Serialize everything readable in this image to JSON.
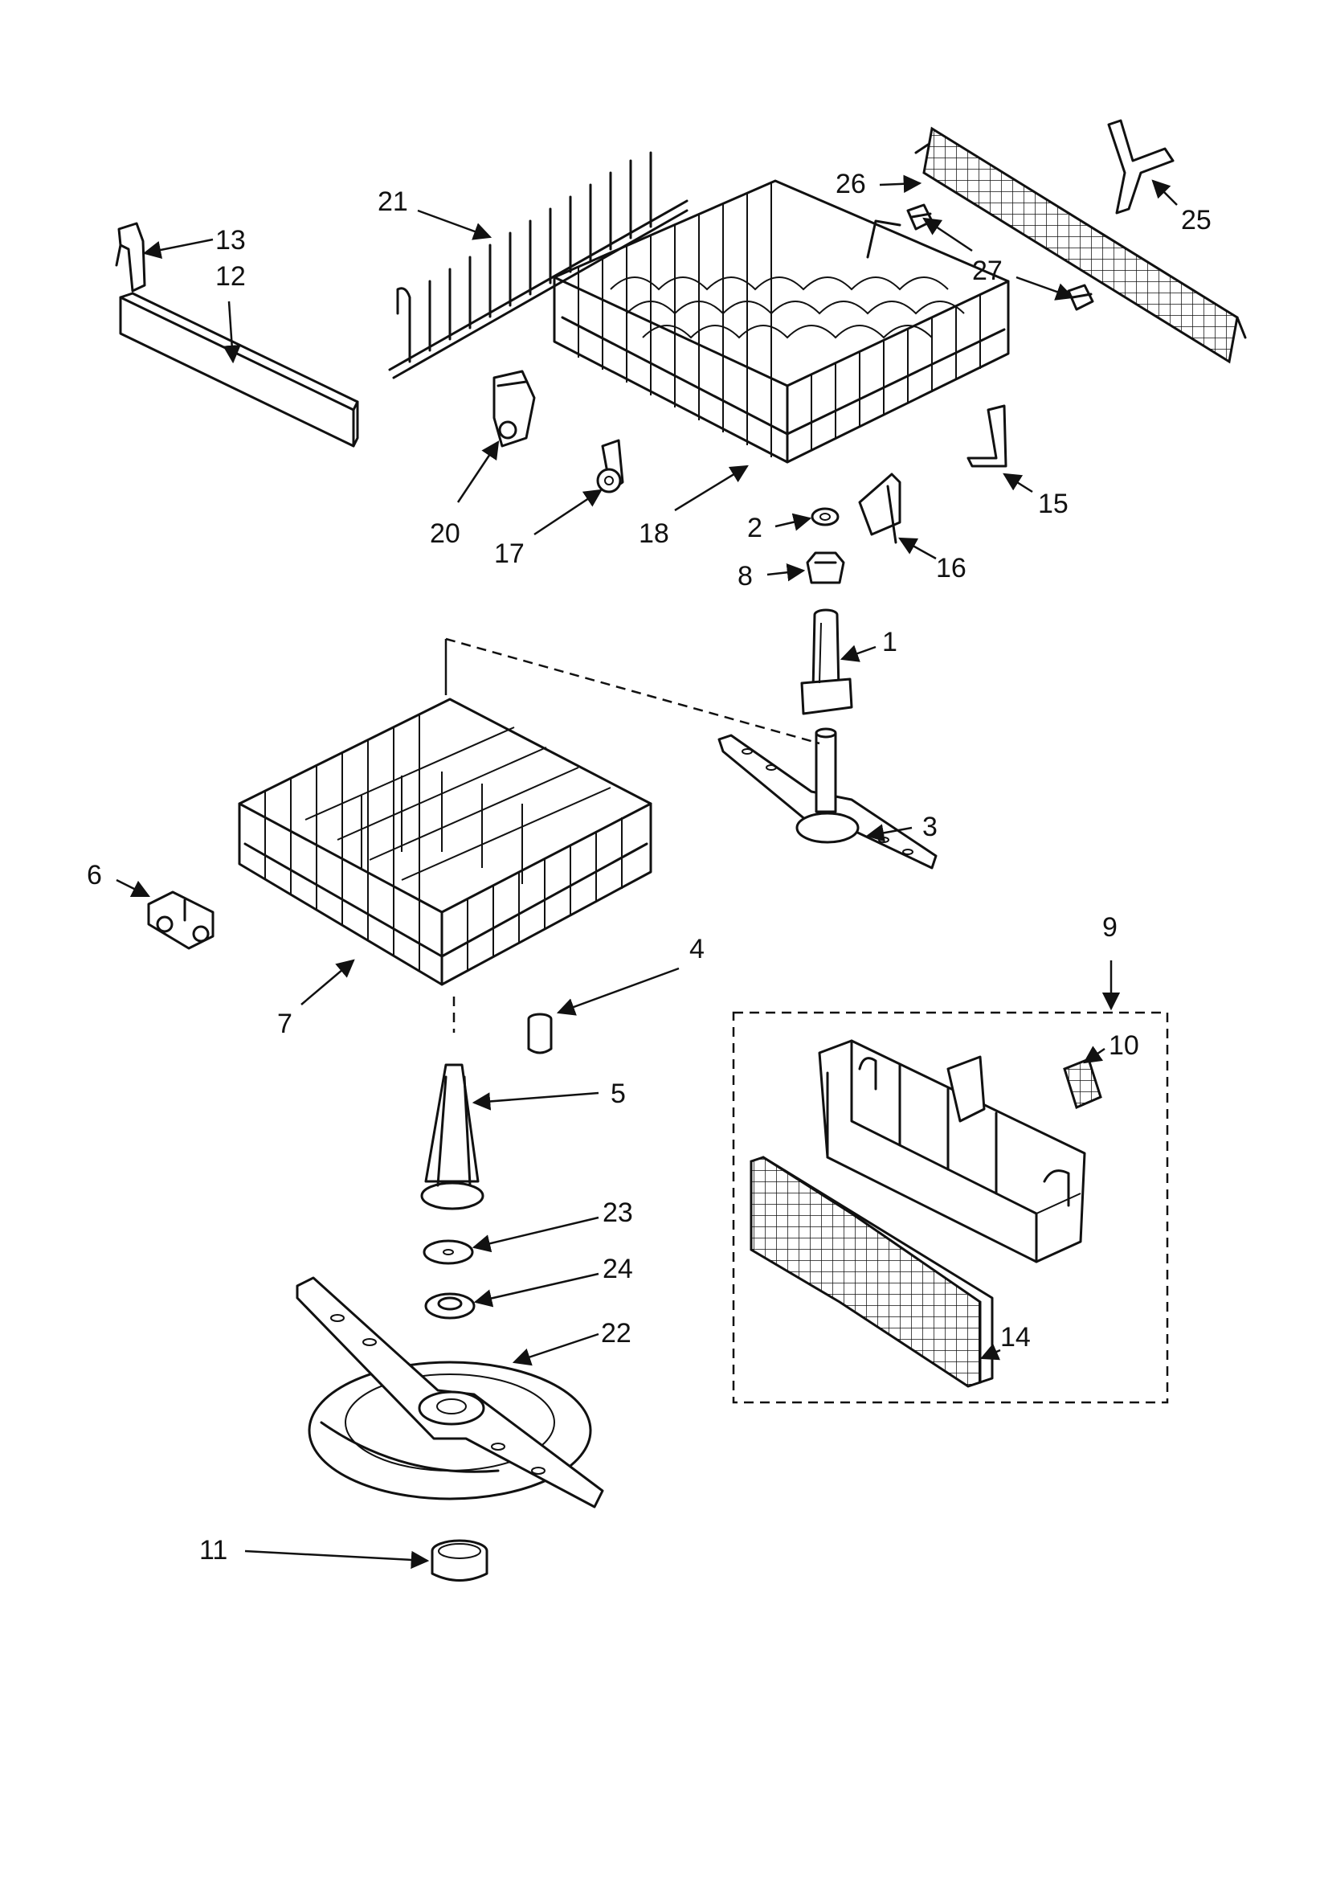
{
  "callouts": {
    "c1": "1",
    "c2": "2",
    "c3": "3",
    "c4": "4",
    "c5": "5",
    "c6": "6",
    "c7": "7",
    "c8": "8",
    "c9": "9",
    "c10": "10",
    "c11": "11",
    "c12": "12",
    "c13": "13",
    "c14": "14",
    "c15": "15",
    "c16": "16",
    "c17": "17",
    "c18": "18",
    "c20": "20",
    "c21": "21",
    "c22": "22",
    "c23": "23",
    "c24": "24",
    "c25": "25",
    "c26": "26",
    "c27": "27"
  }
}
